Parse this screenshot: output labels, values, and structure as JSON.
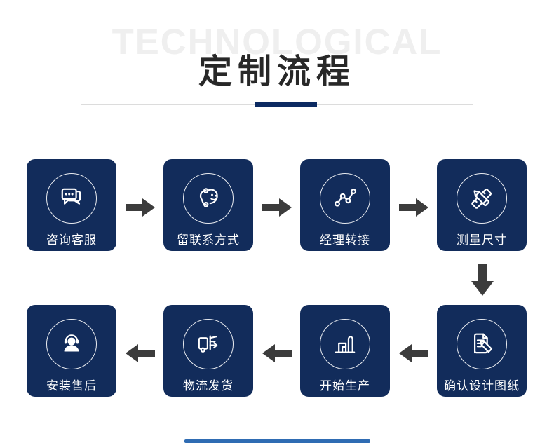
{
  "header": {
    "background_word": "TECHNOLOGICAL",
    "title": "定制流程"
  },
  "colors": {
    "box_navy": "#122c5b",
    "accent_navy": "#0c2a62",
    "arrow_gray": "#3c3c3c",
    "divider_gray": "#dcdcdc",
    "bottom_bar_blue": "#2f6cb3",
    "ghost_text": "#efefef",
    "title_text": "#282828"
  },
  "steps_row1": [
    {
      "label": "咨询客服",
      "icon": "chat-icon"
    },
    {
      "label": "留联系方式",
      "icon": "phone-contact-icon"
    },
    {
      "label": "经理转接",
      "icon": "transfer-chart-icon"
    },
    {
      "label": "测量尺寸",
      "icon": "measure-icon"
    }
  ],
  "steps_row2": [
    {
      "label": "确认设计图纸",
      "icon": "design-doc-icon"
    },
    {
      "label": "开始生产",
      "icon": "factory-icon"
    },
    {
      "label": "物流发货",
      "icon": "truck-icon"
    },
    {
      "label": "安装售后",
      "icon": "support-icon"
    }
  ],
  "flow": {
    "row1_direction": "left-to-right",
    "row2_direction": "right-to-left"
  }
}
